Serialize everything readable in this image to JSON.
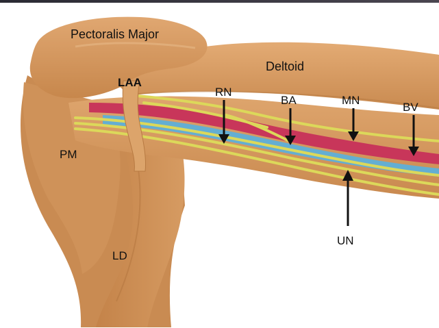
{
  "labels": {
    "pectoralis_major": "Pectoralis Major",
    "deltoid": "Deltoid",
    "laa": "LAA",
    "rn": "RN",
    "ba": "BA",
    "mn": "MN",
    "bv": "BV",
    "pm": "PM",
    "ld": "LD",
    "un": "UN"
  },
  "colors": {
    "background": "#ffffff",
    "muscle": "#d39a63",
    "muscle_shadow": "#b9793f",
    "muscle_highlight": "#e6b483",
    "nerve": "#dcd85a",
    "artery": "#c8365a",
    "vein": "#64aed2",
    "arrow": "#111111"
  }
}
